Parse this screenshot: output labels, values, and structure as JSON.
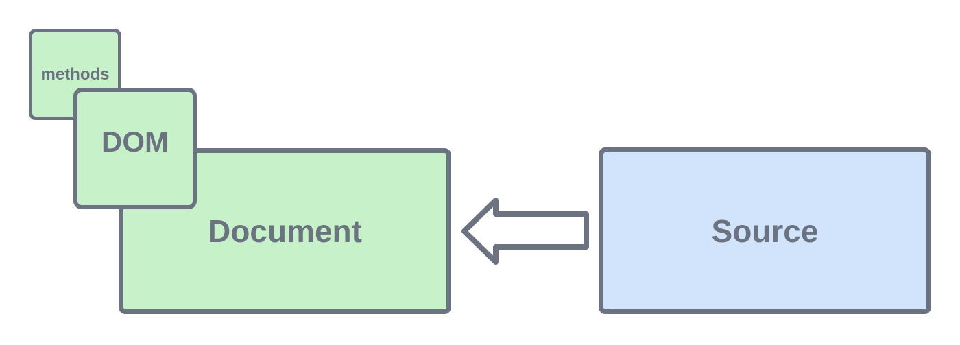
{
  "diagram": {
    "background": "#ffffff",
    "stroke_color": "#6b7280",
    "text_color": "#6b7280",
    "nodes": [
      {
        "id": "methods",
        "label": "methods",
        "fill": "#c7f2c9",
        "shape": "rounded-square"
      },
      {
        "id": "dom",
        "label": "DOM",
        "fill": "#c7f2c9",
        "shape": "rounded-square"
      },
      {
        "id": "document",
        "label": "Document",
        "fill": "#c7f2c9",
        "shape": "rounded-rect"
      },
      {
        "id": "source",
        "label": "Source",
        "fill": "#d2e4fb",
        "shape": "rounded-rect"
      }
    ],
    "arrow": {
      "name": "left-arrow",
      "direction": "left",
      "from": "source",
      "to": "document",
      "fill": "#ffffff",
      "stroke": "#6b7280"
    }
  }
}
